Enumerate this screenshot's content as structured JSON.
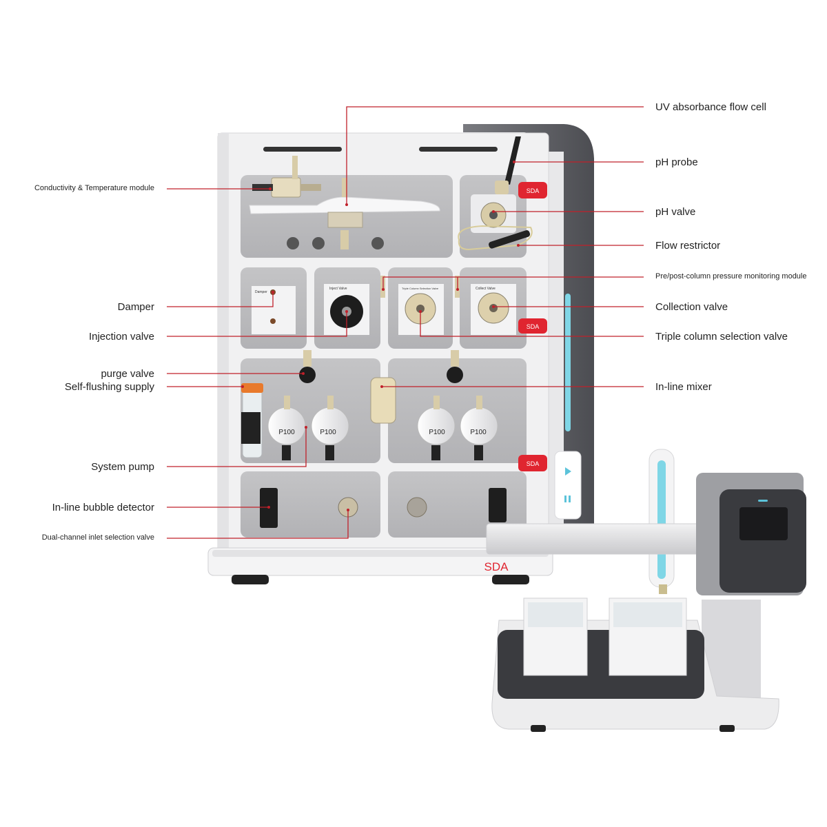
{
  "brand": "SDA",
  "pump_model": "P100",
  "panel_labels": {
    "damper": "Damper",
    "inject_valve": "Inject Valve",
    "triple_column": "Triple Column Selection Valve",
    "collect_valve": "Collect Valve"
  },
  "callouts_left": [
    {
      "id": "conductivity",
      "text": "Conductivity & Temperature module"
    },
    {
      "id": "damper",
      "text": "Damper"
    },
    {
      "id": "injection",
      "text": "Injection valve"
    },
    {
      "id": "purge",
      "text": "purge valve"
    },
    {
      "id": "selfflush",
      "text": "Self-flushing supply"
    },
    {
      "id": "pump",
      "text": "System pump"
    },
    {
      "id": "bubble",
      "text": "In-line bubble detector"
    },
    {
      "id": "dualinlet",
      "text": "Dual-channel inlet selection valve"
    }
  ],
  "callouts_right": [
    {
      "id": "uvcell",
      "text": "UV absorbance flow cell"
    },
    {
      "id": "phprobe",
      "text": "pH probe"
    },
    {
      "id": "phvalve",
      "text": "pH valve"
    },
    {
      "id": "restrictor",
      "text": "Flow restrictor"
    },
    {
      "id": "pressure",
      "text": "Pre/post-column pressure monitoring module"
    },
    {
      "id": "collection",
      "text": "Collection valve"
    },
    {
      "id": "triplecol",
      "text": "Triple column selection valve"
    },
    {
      "id": "mixer",
      "text": "In-line mixer"
    }
  ],
  "colors": {
    "leader_line": "#c0202a",
    "panel": "#b9b9bb",
    "chassis": "#efeff0",
    "side_dark": "#5d5e62",
    "accent_red": "#e02530",
    "led_cyan": "#7fd6e6"
  }
}
